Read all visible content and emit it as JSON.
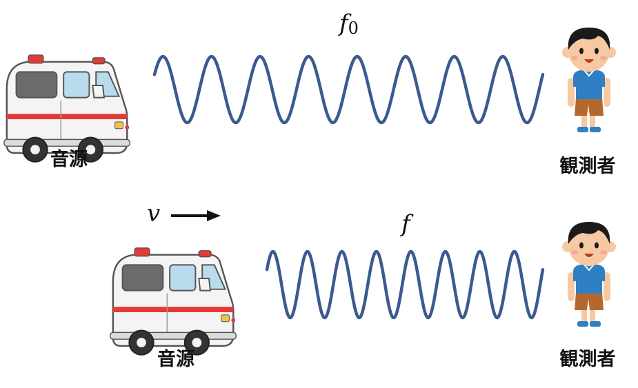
{
  "top_scene": {
    "frequency_symbol": "f",
    "frequency_subscript": "0",
    "source_label": "音源",
    "observer_label": "観測者"
  },
  "bottom_scene": {
    "frequency_symbol": "f",
    "velocity_symbol": "v",
    "source_label": "音源",
    "observer_label": "観測者"
  },
  "colors": {
    "wave": "#3b5a8f",
    "ambulance_red": "#e53a36",
    "window": "#b8dcee",
    "shirt": "#2f7fc4",
    "shorts": "#b5682d"
  },
  "icons": {
    "source": "ambulance-icon",
    "observer": "boy-icon",
    "motion": "right-arrow-icon"
  }
}
